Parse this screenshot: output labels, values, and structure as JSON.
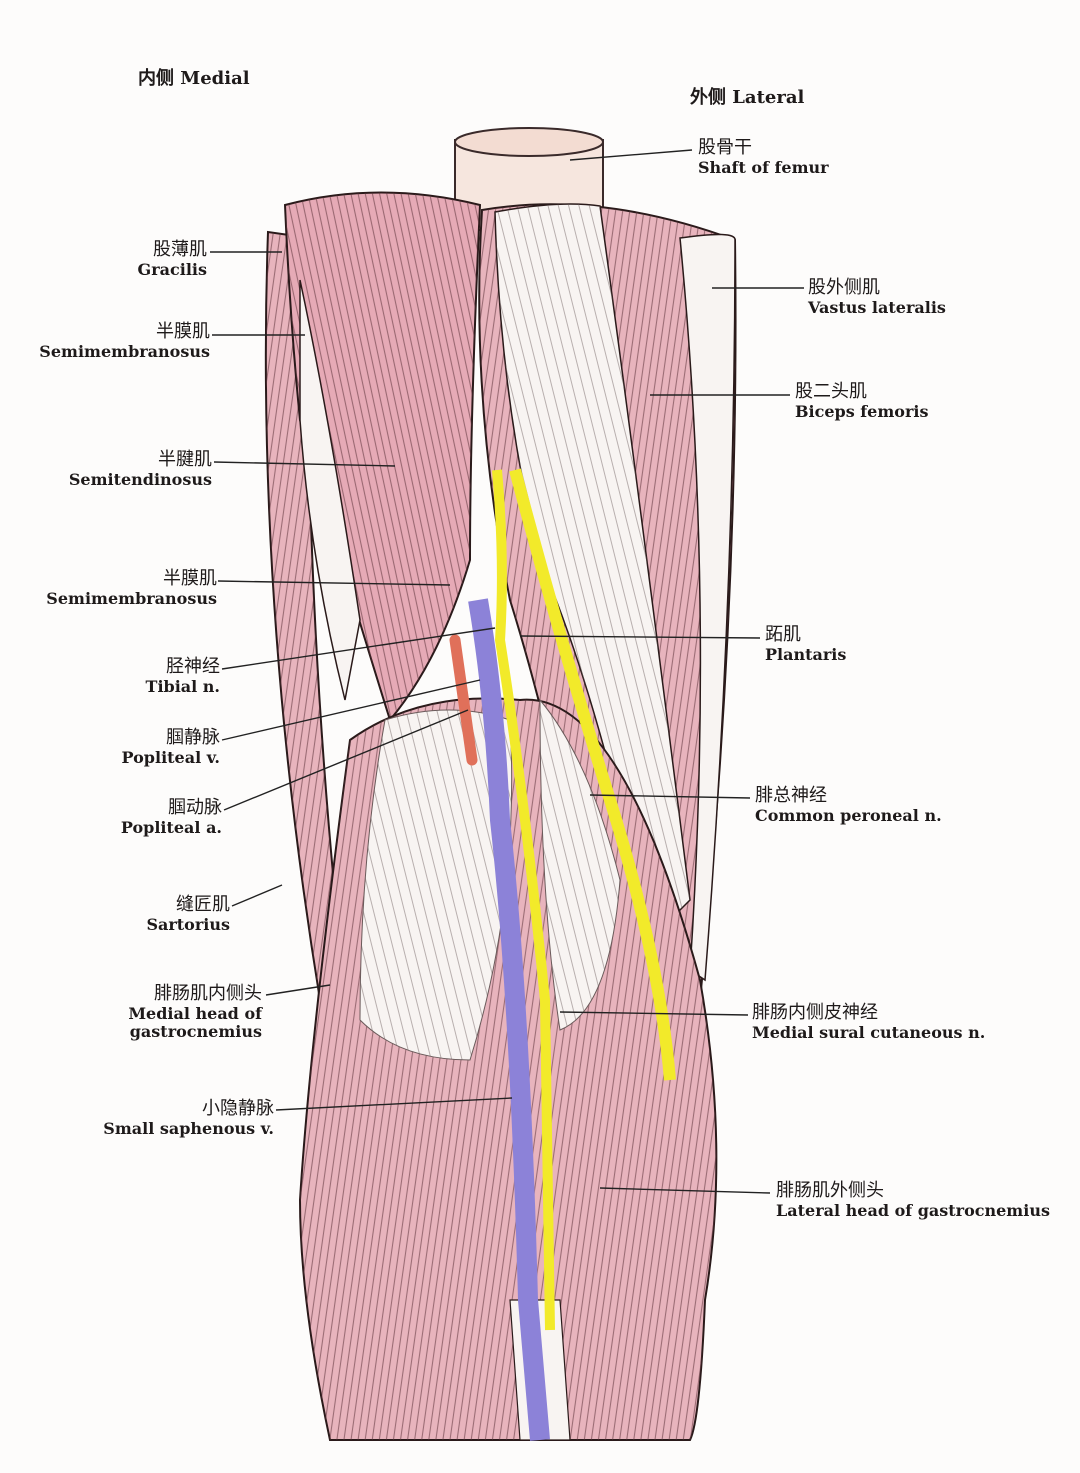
{
  "headers": {
    "medial": "内侧 Medial",
    "lateral": "外侧 Lateral"
  },
  "labels": {
    "shaft_femur": {
      "cn": "股骨干",
      "en": "Shaft of femur"
    },
    "gracilis": {
      "cn": "股薄肌",
      "en": "Gracilis"
    },
    "semimembranosus_upper": {
      "cn": "半膜肌",
      "en": "Semimembranosus"
    },
    "semitendinosus": {
      "cn": "半腱肌",
      "en": "Semitendinosus"
    },
    "semimembranosus_lower": {
      "cn": "半膜肌",
      "en": "Semimembranosus"
    },
    "tibial_n": {
      "cn": "胫神经",
      "en": "Tibial n."
    },
    "popliteal_v": {
      "cn": "腘静脉",
      "en": "Popliteal v."
    },
    "popliteal_a": {
      "cn": "腘动脉",
      "en": "Popliteal a."
    },
    "sartorius": {
      "cn": "缝匠肌",
      "en": "Sartorius"
    },
    "medial_gastrocnemius": {
      "cn": "腓肠肌内侧头",
      "en": "Medial head of gastrocnemius"
    },
    "small_saphenous_v": {
      "cn": "小隐静脉",
      "en": "Small saphenous v."
    },
    "vastus_lateralis": {
      "cn": "股外侧肌",
      "en": "Vastus lateralis"
    },
    "biceps_femoris": {
      "cn": "股二头肌",
      "en": "Biceps femoris"
    },
    "plantaris": {
      "cn": "跖肌",
      "en": "Plantaris"
    },
    "common_peroneal_n": {
      "cn": "腓总神经",
      "en": "Common peroneal n."
    },
    "medial_sural_cutaneous_n": {
      "cn": "腓肠内侧皮神经",
      "en": "Medial sural cutaneous n."
    },
    "lateral_gastrocnemius": {
      "cn": "腓肠肌外侧头",
      "en": "Lateral head of gastrocnemius"
    }
  },
  "colors": {
    "muscle": "#e8b4bd",
    "tendon": "#f8f4f2",
    "vein": "#8c82d8",
    "artery": "#e0705a",
    "nerve": "#f2ea2a",
    "bone": "#f6e6de"
  }
}
